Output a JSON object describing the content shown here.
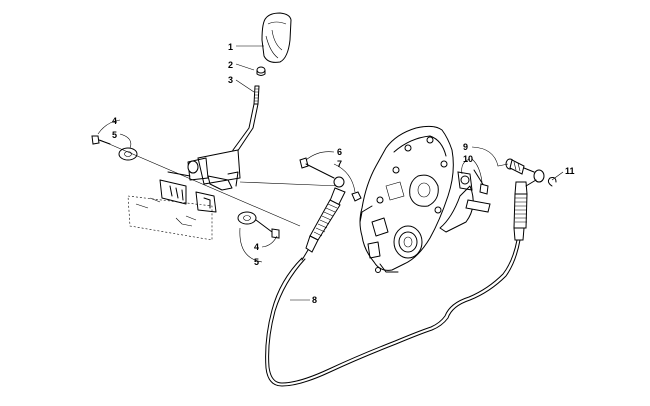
{
  "callouts": {
    "c1": "1",
    "c2": "2",
    "c3": "3",
    "c4a": "4",
    "c5a": "5",
    "c4b": "4",
    "c5b": "5",
    "c6": "6",
    "c7": "7",
    "c8": "8",
    "c9": "9",
    "c10": "10",
    "c11": "11"
  }
}
